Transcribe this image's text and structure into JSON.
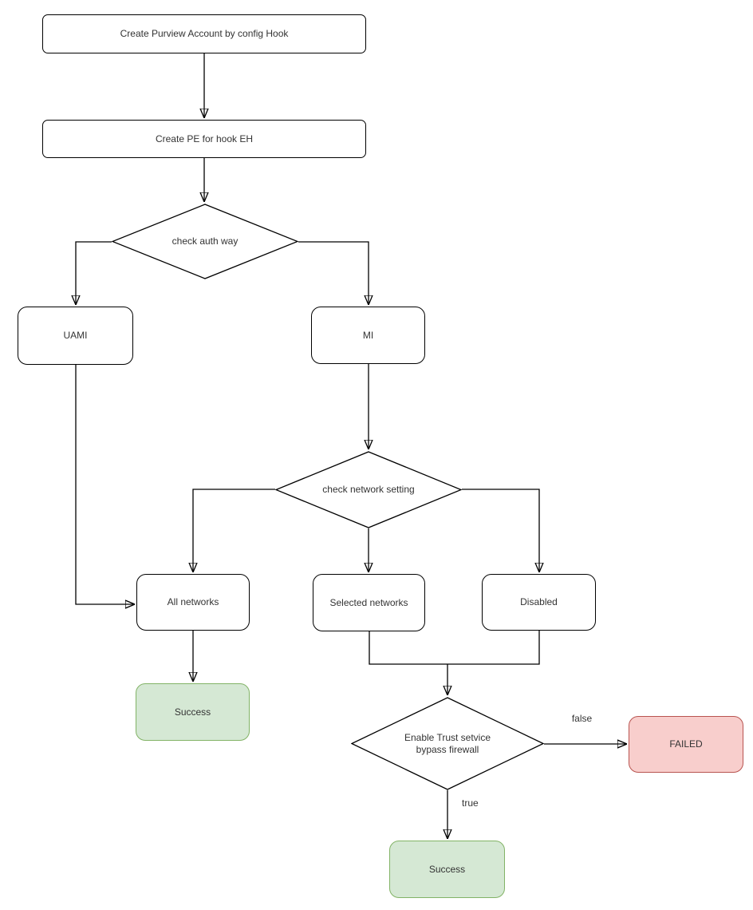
{
  "diagram": {
    "type": "flowchart",
    "colors": {
      "background": "#ffffff",
      "node_fill": "#ffffff",
      "node_stroke": "#000000",
      "edge_color": "#000000",
      "text_color": "#333333",
      "success_fill": "#d5e8d4",
      "success_stroke": "#82b366",
      "failed_fill": "#f8cecc",
      "failed_stroke": "#b85450"
    },
    "nodes": {
      "create_purview": {
        "label": "Create Purview Account by config Hook",
        "shape": "rectangle"
      },
      "create_pe": {
        "label": "Create PE for hook EH",
        "shape": "rectangle"
      },
      "check_auth": {
        "label": "check auth way",
        "shape": "diamond"
      },
      "uami": {
        "label": "UAMI",
        "shape": "rounded"
      },
      "mi": {
        "label": "MI",
        "shape": "rounded"
      },
      "check_network": {
        "label": "check network setting",
        "shape": "diamond"
      },
      "all_networks": {
        "label": "All networks",
        "shape": "rounded"
      },
      "selected_networks": {
        "label": "Selected networks",
        "shape": "rounded"
      },
      "disabled": {
        "label": "Disabled",
        "shape": "rounded"
      },
      "success_left": {
        "label": "Success",
        "shape": "rounded",
        "status": "success"
      },
      "enable_trust": {
        "label": "Enable Trust setvice bypass firewall",
        "shape": "diamond"
      },
      "failed": {
        "label": "FAILED",
        "shape": "rounded",
        "status": "failed"
      },
      "success_bottom": {
        "label": "Success",
        "shape": "rounded",
        "status": "success"
      }
    },
    "edge_labels": {
      "false_label": "false",
      "true_label": "true"
    }
  }
}
